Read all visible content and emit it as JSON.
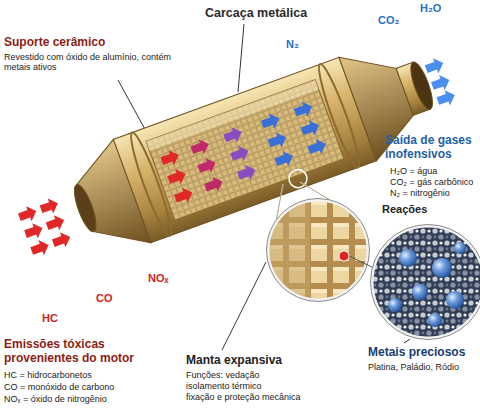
{
  "diagram": {
    "labels": [
      "Carcaça metálica",
      "Suporte cerâmico",
      "Revestido com óxido de alumínio, contém metais ativos",
      "H₂O",
      "CO₂",
      "N₂",
      "Saída de gases inofensivos",
      "H₂O = água",
      "CO₂ = gás carbônico",
      "N₂ = nitrogênio",
      "Reações",
      "NOₓ",
      "CO",
      "HC",
      "Emissões tóxicas provenientes do motor",
      "HC = hidrocarbonetos",
      "CO = monóxido de carbono",
      "NOₓ = óxido de nitrogênio",
      "Manta expansiva",
      "Funções: vedação",
      "isolamento térmico",
      "fixação e proteção mecânica",
      "Metais preciosos",
      "Platina, Paládio, Ródio"
    ]
  }
}
